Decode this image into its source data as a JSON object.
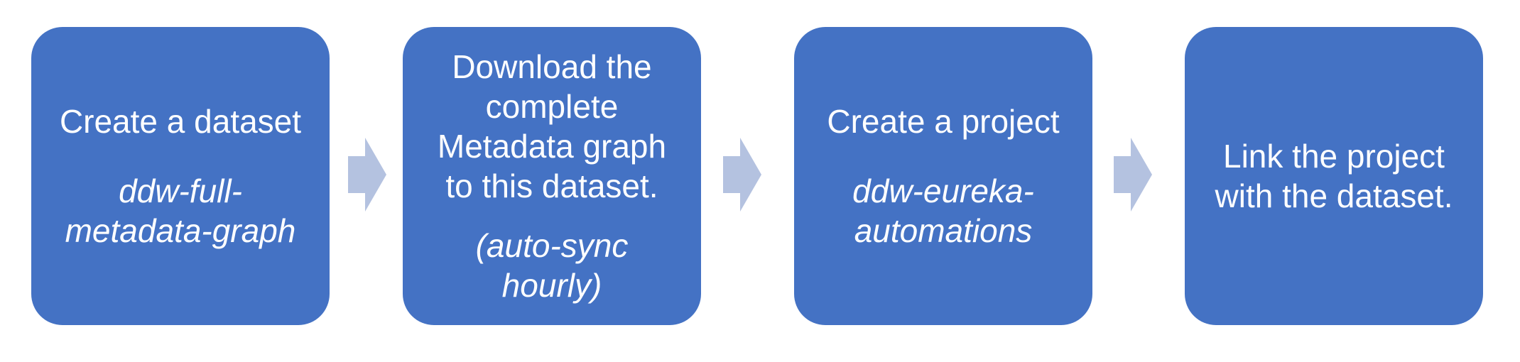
{
  "colors": {
    "box_fill": "#4472c4",
    "arrow_fill": "#b4c2e0",
    "text": "#ffffff"
  },
  "steps": [
    {
      "title": "Create a dataset",
      "detail": "ddw-full-\nmetadata-graph"
    },
    {
      "title": "Download the\ncomplete\nMetadata graph\nto this dataset.",
      "detail": "(auto-sync\nhourly)"
    },
    {
      "title": "Create a project",
      "detail": "ddw-eureka-\nautomations"
    },
    {
      "title": "Link the project\nwith the dataset."
    }
  ],
  "connectors": [
    {
      "icon": "right-arrow-icon"
    },
    {
      "icon": "right-arrow-icon"
    },
    {
      "icon": "right-arrow-icon"
    }
  ]
}
